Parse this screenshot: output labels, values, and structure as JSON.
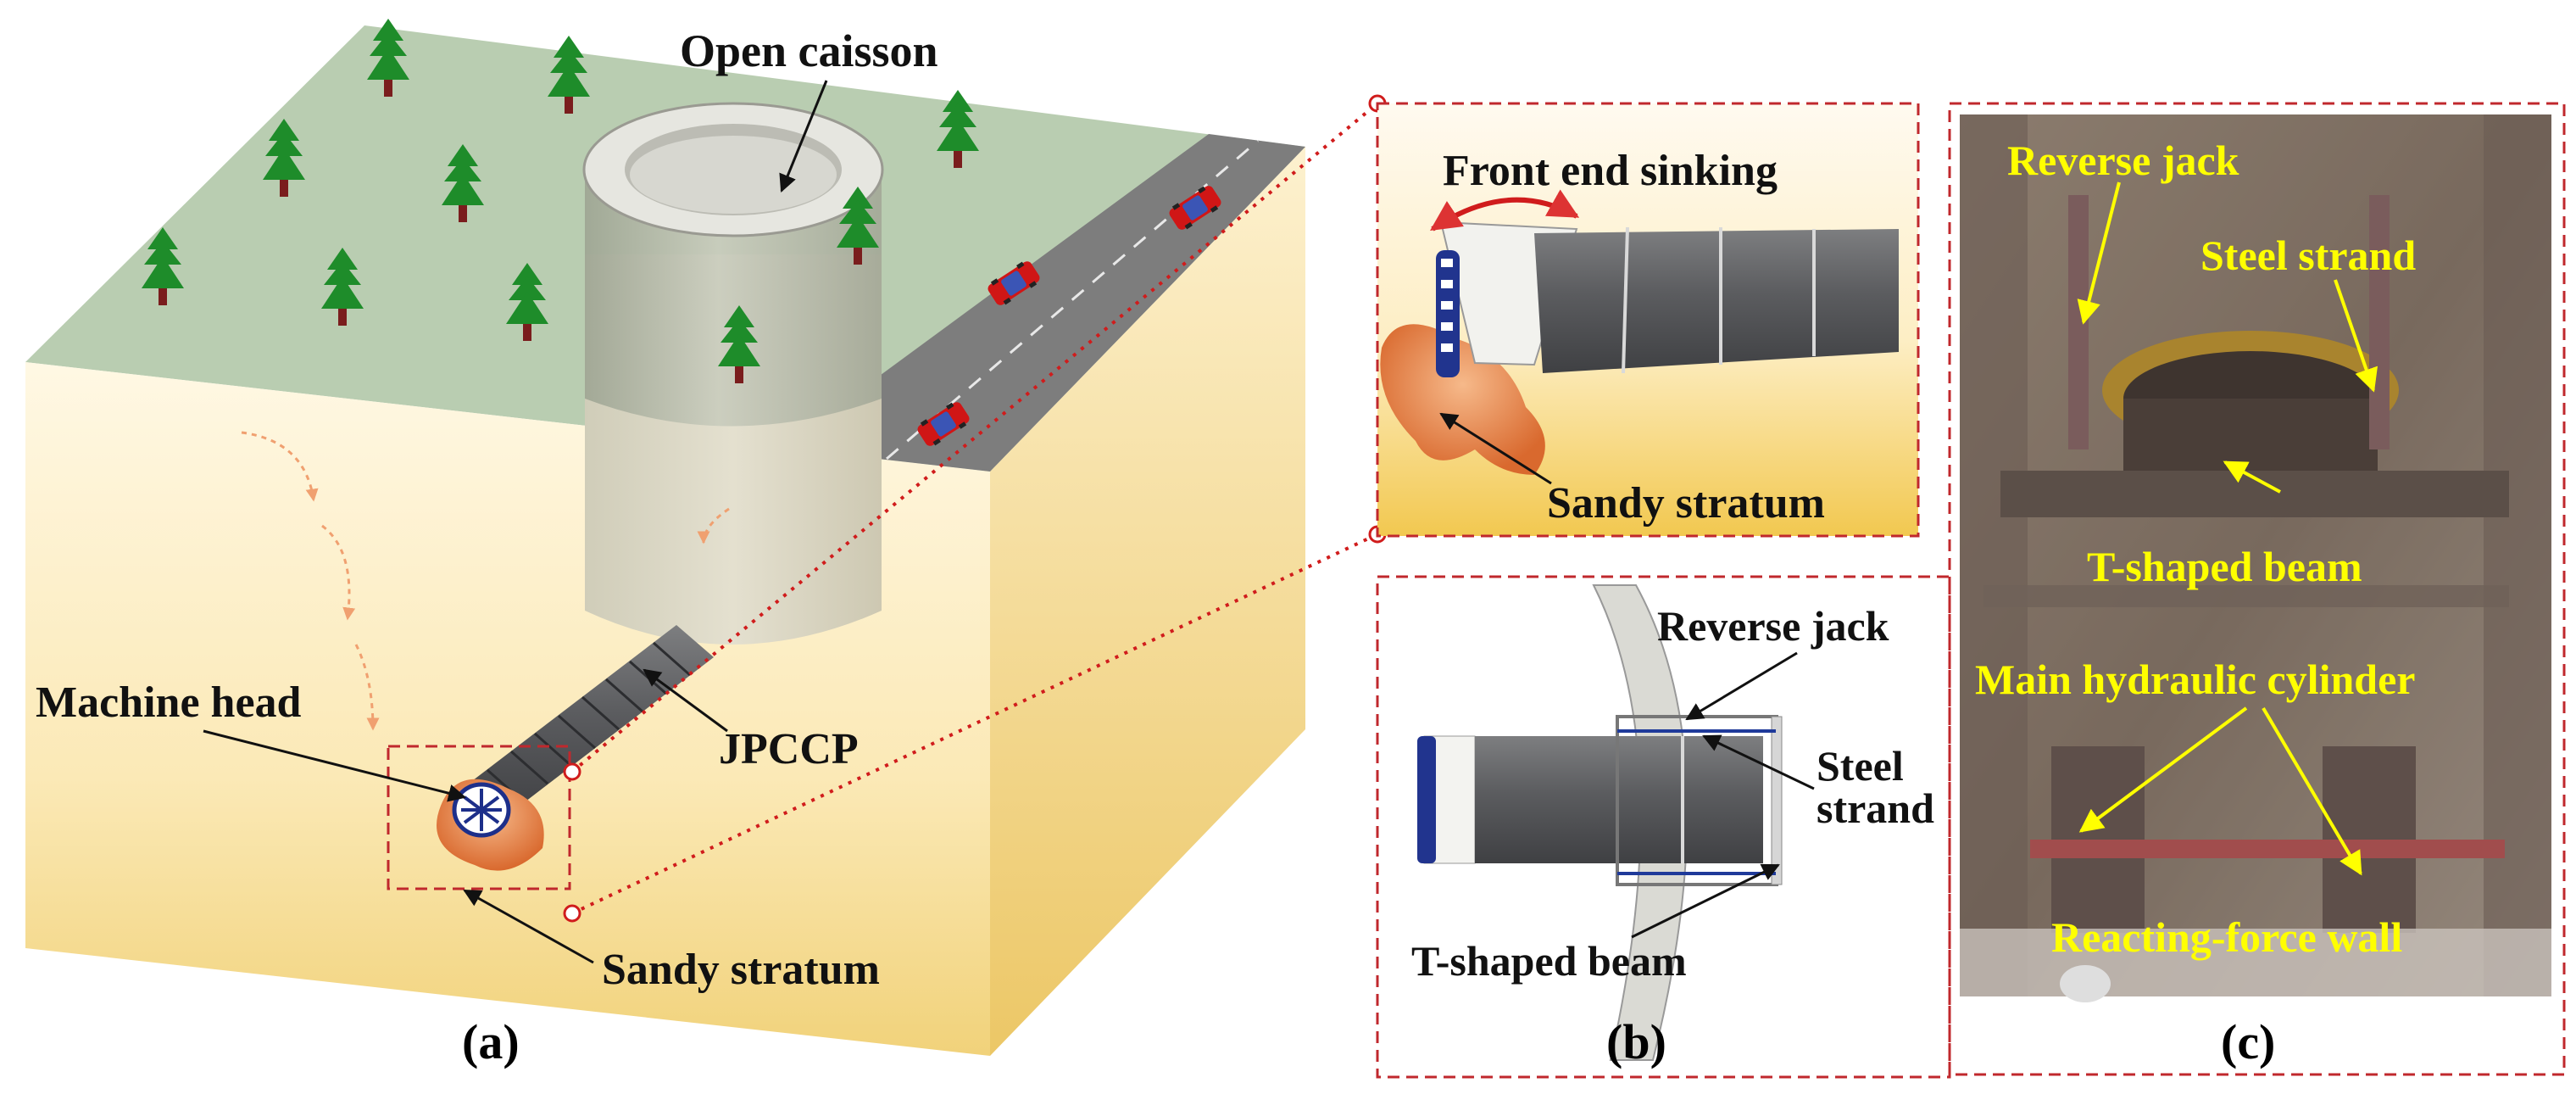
{
  "panel_a": {
    "caption": "(a)",
    "labels": {
      "open_caisson": "Open caisson",
      "machine_head": "Machine head",
      "jpccp": "JPCCP",
      "sandy_stratum": "Sandy stratum"
    }
  },
  "panel_b_top": {
    "labels": {
      "front_end_sinking": "Front end sinking",
      "sandy_stratum": "Sandy stratum"
    }
  },
  "panel_b": {
    "caption": "(b)",
    "labels": {
      "reverse_jack": "Reverse jack",
      "steel_strand_1": "Steel",
      "steel_strand_2": "strand",
      "t_shaped_beam": "T-shaped beam"
    }
  },
  "panel_c": {
    "caption": "(c)",
    "labels": {
      "reverse_jack": "Reverse jack",
      "steel_strand": "Steel strand",
      "t_shaped_beam": "T-shaped beam",
      "main_hydraulic_cylinder": "Main hydraulic cylinder",
      "reacting_force_wall": "Reacting-force wall"
    }
  },
  "colors": {
    "ground_top": "#b9cdb1",
    "soil_light": "#fff4d6",
    "soil_dark": "#f3d98a",
    "road": "#7a7a7a",
    "caisson": "#b8bca8",
    "dashed_red": "#c0282d",
    "label_yellow": "#ffff00"
  }
}
